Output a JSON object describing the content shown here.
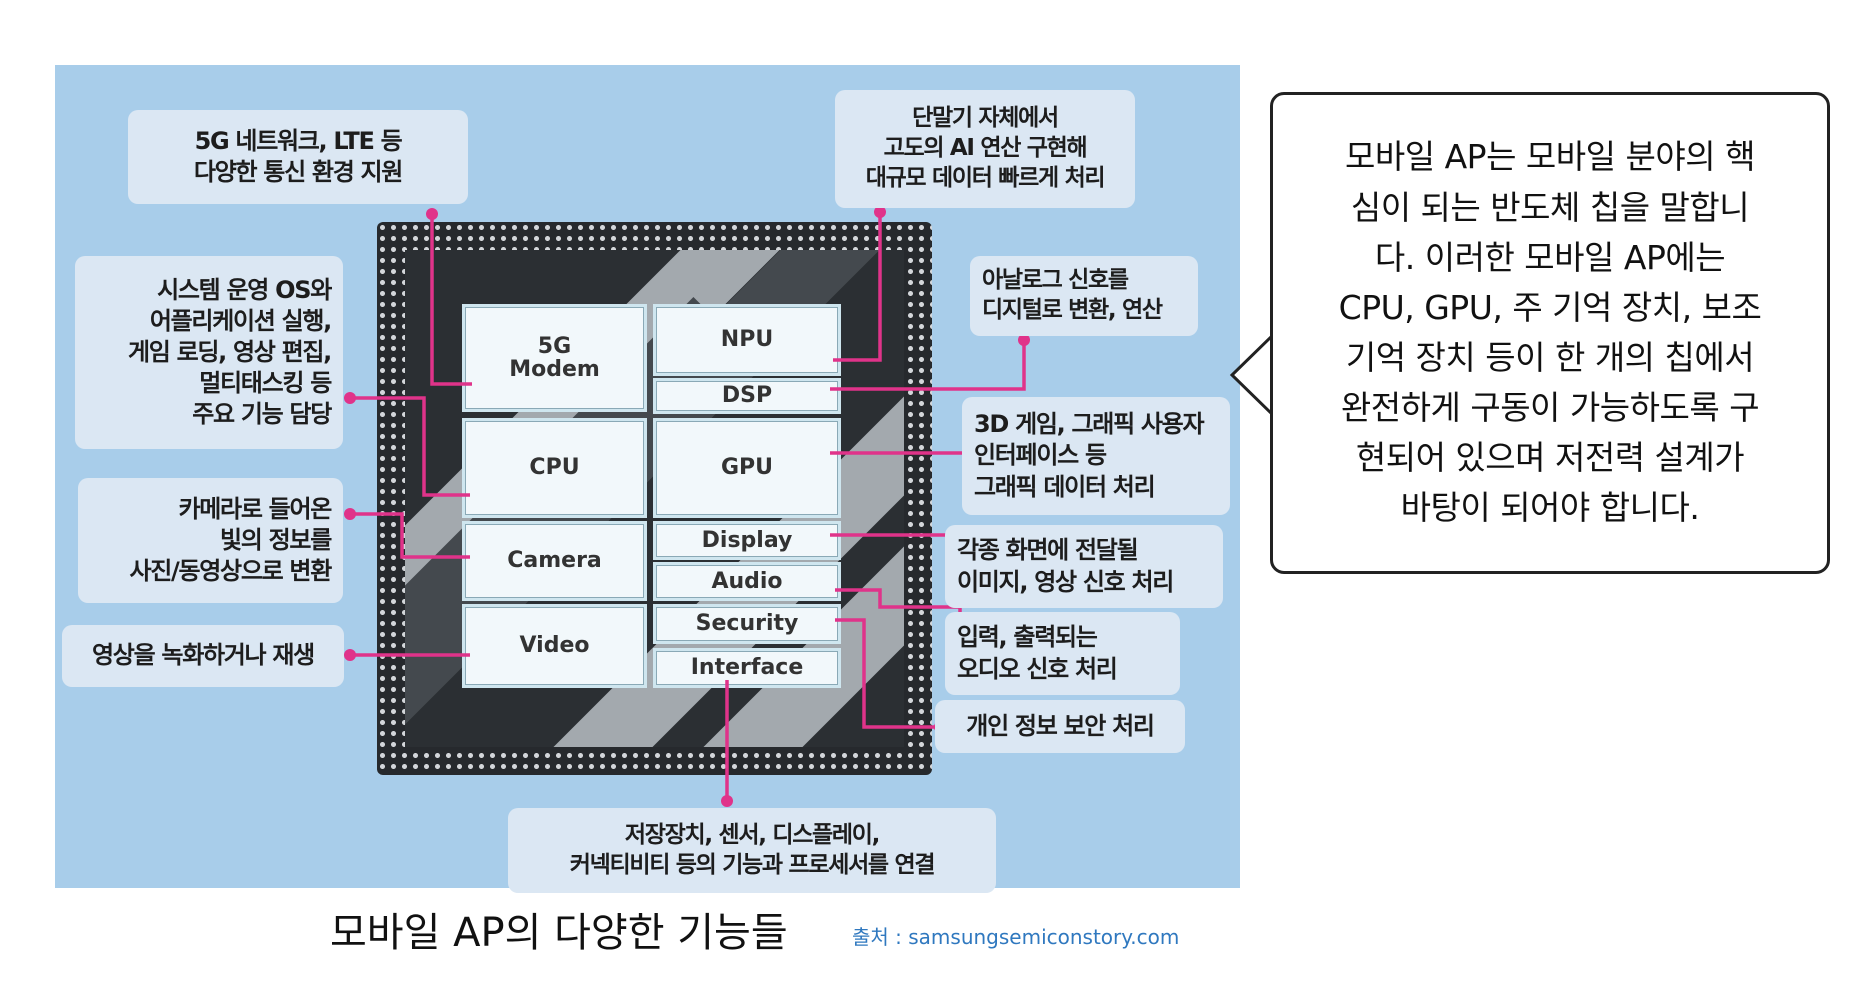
{
  "blocks": {
    "modem": "5G\nModem",
    "npu": "NPU",
    "dsp": "DSP",
    "cpu": "CPU",
    "gpu": "GPU",
    "camera": "Camera",
    "display": "Display",
    "audio": "Audio",
    "video": "Video",
    "security": "Security",
    "interface": "Interface"
  },
  "labels": {
    "network": "5G 네트워크, LTE 등\n다양한 통신 환경 지원",
    "ai": "단말기 자체에서\n고도의 AI 연산 구현해\n대규모 데이터 빠르게 처리",
    "system": "시스템 운영 OS와\n어플리케이션 실행,\n게임 로딩, 영상 편집,\n멀티태스킹 등\n주요 기능 담당",
    "analog": "아날로그 신호를\n디지털로 변환, 연산",
    "graphics": "3D 게임, 그래픽 사용자\n인터페이스 등\n그래픽 데이터 처리",
    "camera": "카메라로 들어온\n빛의 정보를\n사진/동영상으로 변환",
    "display": "각종 화면에 전달될\n이미지, 영상 신호 처리",
    "video": "영상을 녹화하거나 재생",
    "audio": "입력, 출력되는\n오디오 신호 처리",
    "security": "개인 정보 보안 처리",
    "interface": "저장장치, 센서, 디스플레이,\n커넥티비티 등의 기능과 프로세서를 연결"
  },
  "callout_lines": [
    "모바일 AP는 모바일 분야의 핵",
    "심이 되는 반도체 칩을 말합니",
    "다. 이러한 모바일 AP에는",
    "CPU, GPU, 주 기억 장치, 보조",
    "기억 장치 등이 한 개의 칩에서",
    "완전하게 구동이 가능하도록 구",
    "현되어 있으며 저전력 설계가",
    "바탕이 되어야 합니다."
  ],
  "caption": "모바일 AP의 다양한 기능들",
  "source": "출처 : samsungsemiconstory.com",
  "colors": {
    "panel": "#a8cdea",
    "connector": "#e0338a",
    "chip": "#26292d",
    "label_bg": "#dbe7f3"
  }
}
